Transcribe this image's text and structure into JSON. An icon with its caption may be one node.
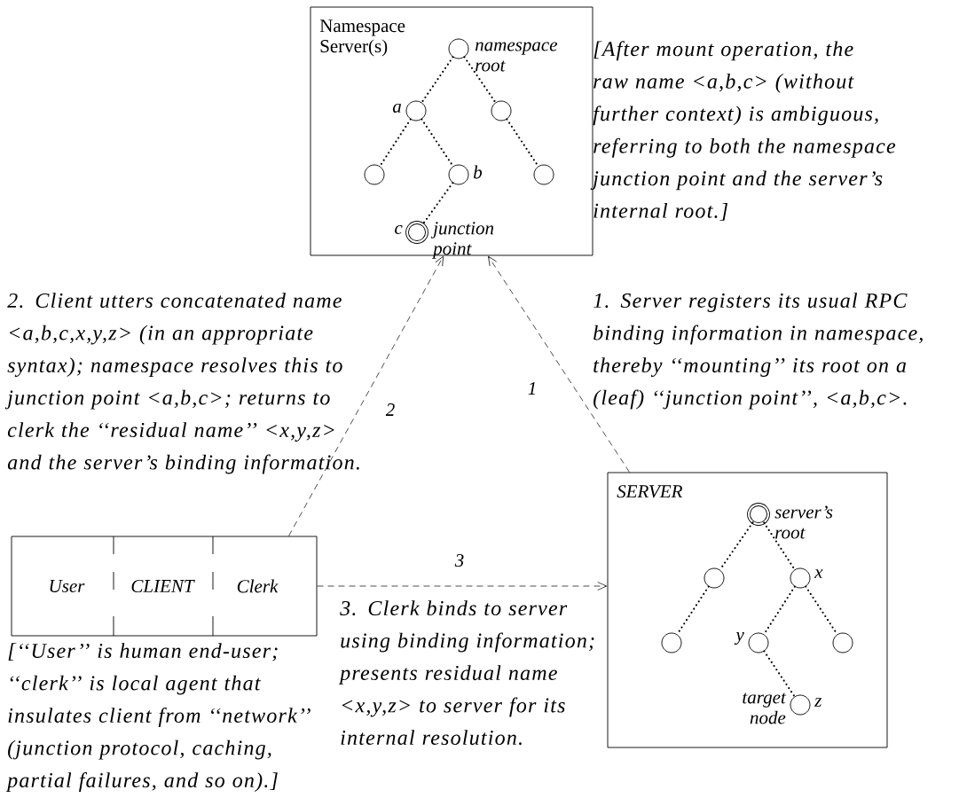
{
  "diagram": {
    "nodes": [
      {
        "text": [
          "Namespace Server(s)"
        ]
      },
      {
        "text": [],
        "shape": "circle",
        "in": 0,
        "beside": [
          "namespace root"
        ]
      },
      {
        "text": [],
        "shape": "circle",
        "in": 0,
        "beside": [
          "a"
        ]
      },
      {
        "text": [],
        "shape": "circle",
        "in": 0
      },
      {
        "text": [],
        "shape": "circle",
        "in": 0
      },
      {
        "text": [],
        "shape": "circle",
        "in": 0,
        "beside": [
          "b"
        ]
      },
      {
        "text": [],
        "shape": "circle",
        "in": 0
      },
      {
        "text": [],
        "shape": "ring",
        "in": 0,
        "beside": [
          "c",
          "junction point"
        ]
      },
      {
        "text": [
          "SERVER"
        ]
      },
      {
        "text": [],
        "shape": "ring",
        "in": 8,
        "beside": [
          "server’s root"
        ]
      },
      {
        "text": [],
        "shape": "circle",
        "in": 8
      },
      {
        "text": [],
        "shape": "circle",
        "in": 8,
        "beside": [
          "x"
        ]
      },
      {
        "text": [],
        "shape": "circle",
        "in": 8
      },
      {
        "text": [],
        "shape": "circle",
        "in": 8,
        "beside": [
          "y"
        ]
      },
      {
        "text": [],
        "shape": "circle",
        "in": 8
      },
      {
        "text": [],
        "shape": "circle",
        "in": 8,
        "beside": [
          "target node",
          "z"
        ]
      },
      {
        "text": [
          "User",
          "CLIENT",
          "Clerk"
        ]
      }
    ],
    "edges": [
      {
        "from": 8,
        "to": 0,
        "arrow": "to",
        "label": "1",
        "style": "dashed"
      },
      {
        "from": 16,
        "to": 0,
        "arrow": "to",
        "label": "2",
        "style": "dashed"
      },
      {
        "from": 16,
        "to": 8,
        "arrow": "to",
        "label": "3",
        "style": "dashed"
      },
      {
        "from": 1,
        "to": 2,
        "arrow": "none"
      },
      {
        "from": 1,
        "to": 3,
        "arrow": "none"
      },
      {
        "from": 2,
        "to": 4,
        "arrow": "none"
      },
      {
        "from": 2,
        "to": 5,
        "arrow": "none"
      },
      {
        "from": 3,
        "to": 6,
        "arrow": "none"
      },
      {
        "from": 5,
        "to": 7,
        "arrow": "none"
      },
      {
        "from": 9,
        "to": 10,
        "arrow": "none"
      },
      {
        "from": 9,
        "to": 11,
        "arrow": "none"
      },
      {
        "from": 10,
        "to": 12,
        "arrow": "none"
      },
      {
        "from": 11,
        "to": 13,
        "arrow": "none"
      },
      {
        "from": 11,
        "to": 14,
        "arrow": "none"
      },
      {
        "from": 13,
        "to": 15,
        "arrow": "none"
      }
    ],
    "labels": [
      "[After mount operation, the raw name <a,b,c> (without further context) is ambiguous, referring to both the namespace junction point and the server’s internal root.]",
      "2. Client utters concatenated name <a,b,c,x,y,z> (in an appropriate syntax); namespace resolves this to junction point <a,b,c>; returns to clerk the ‘‘residual name’’ <x,y,z> and the server’s binding information.",
      "1. Server registers its  usual RPC binding information in namespace, thereby ‘‘mounting’’ its root on a (leaf) ‘‘junction point’’, <a,b,c>.",
      "3. Clerk binds to server using binding information; presents residual name <x,y,z> to server for its internal resolution.",
      "[‘‘User’’ is human end-user; ‘‘clerk’’ is local agent that insulates client from ‘‘network’’ (junction protocol, caching, partial failures, and so on).]"
    ]
  }
}
